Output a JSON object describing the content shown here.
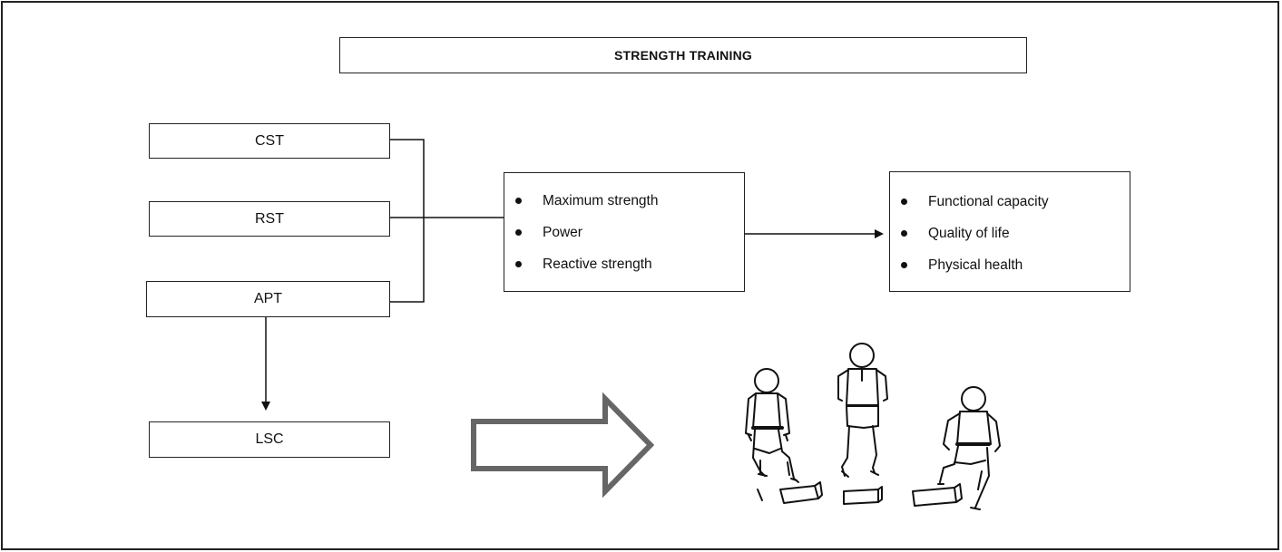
{
  "title": "STRENGTH TRAINING",
  "training_types": [
    "CST",
    "RST",
    "APT"
  ],
  "lsc_label": "LSC",
  "strength_outcomes": [
    "Maximum strength",
    "Power",
    "Reactive strength"
  ],
  "health_outcomes": [
    "Functional capacity",
    "Quality of life",
    "Physical health"
  ],
  "colors": {
    "line": "#111111",
    "hollow_arrow": "#666666"
  },
  "illustration": "three figures performing step-up and jump exercises onto low boxes"
}
